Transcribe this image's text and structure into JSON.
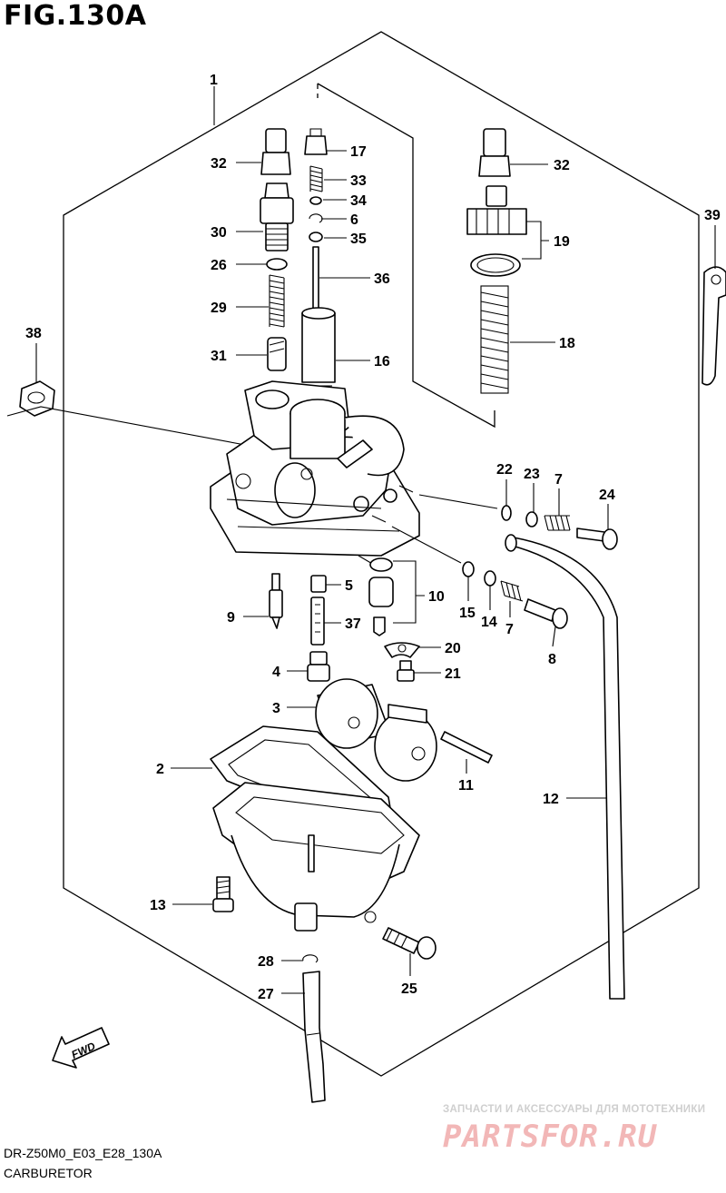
{
  "figure": {
    "title": "FIG.130A",
    "code": "DR-Z50M0_E03_E28_130A",
    "caption": "CARBURETOR",
    "fwd_label": "FWD"
  },
  "watermark": {
    "tagline": "ЗАПЧАСТИ И АКСЕССУАРЫ ДЛЯ МОТОТЕХНИКИ",
    "logo": "PARTSFOR.RU"
  },
  "callouts": {
    "c1": "1",
    "c2": "2",
    "c3": "3",
    "c4": "4",
    "c5": "5",
    "c6": "6",
    "c7a": "7",
    "c7b": "7",
    "c8": "8",
    "c9": "9",
    "c10": "10",
    "c11": "11",
    "c12": "12",
    "c13": "13",
    "c14": "14",
    "c15": "15",
    "c16": "16",
    "c17": "17",
    "c18": "18",
    "c19": "19",
    "c20": "20",
    "c21": "21",
    "c22": "22",
    "c23": "23",
    "c24": "24",
    "c25": "25",
    "c26": "26",
    "c27": "27",
    "c28": "28",
    "c29": "29",
    "c30": "30",
    "c31": "31",
    "c32a": "32",
    "c32b": "32",
    "c33": "33",
    "c34": "34",
    "c35": "35",
    "c36": "36",
    "c37": "37",
    "c38": "38",
    "c39": "39"
  }
}
